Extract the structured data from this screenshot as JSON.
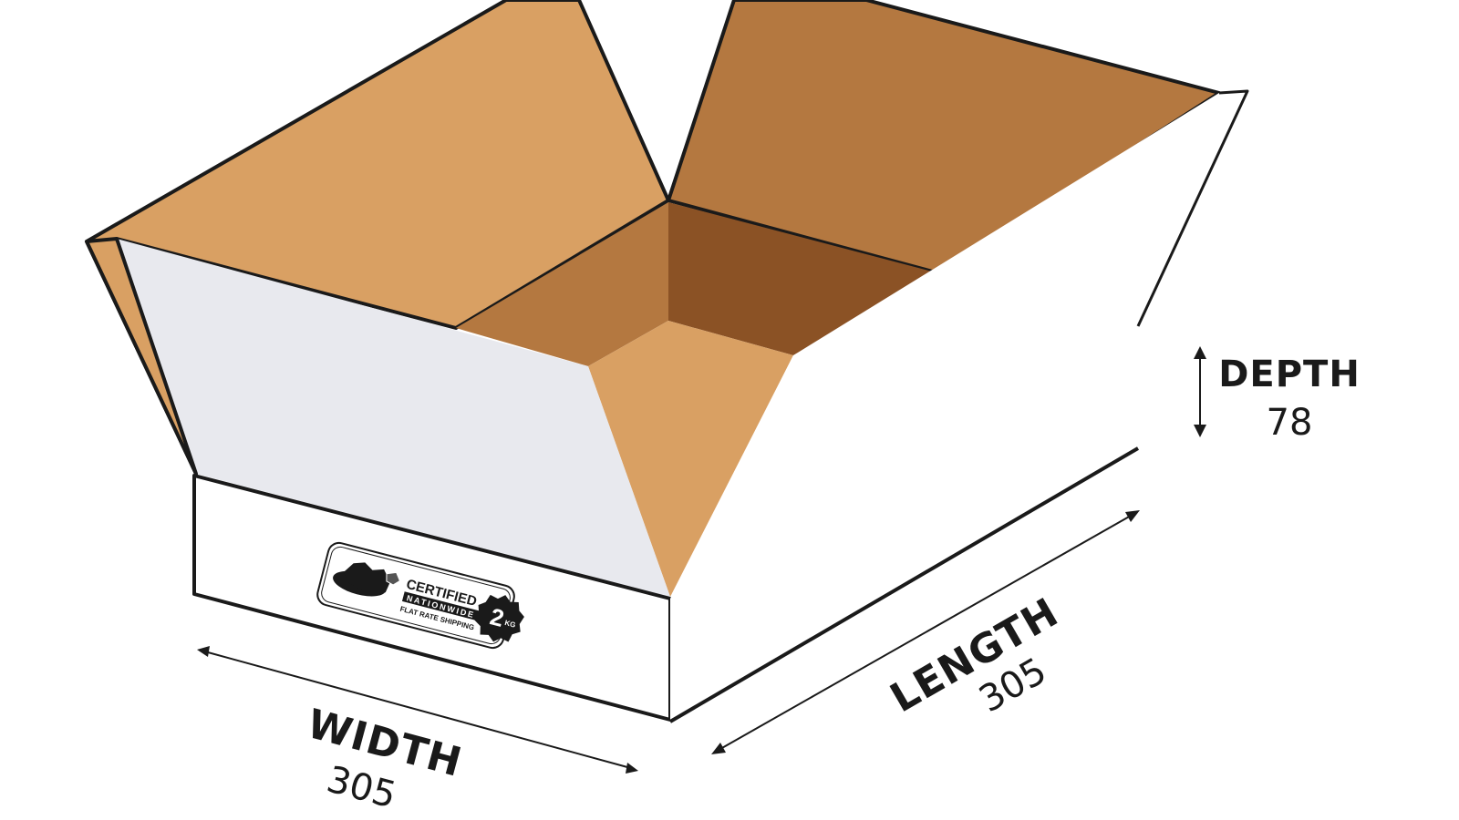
{
  "dimensions": {
    "depth": {
      "label": "DEPTH",
      "value": "78"
    },
    "length": {
      "label": "LENGTH",
      "value": "305"
    },
    "width": {
      "label": "WIDTH",
      "value": "305"
    }
  },
  "logo": {
    "line1": "CERTIFIED",
    "line2": "NATIONWIDE",
    "line3": "FLAT RATE SHIPPING",
    "weight": "2",
    "unit": "KG"
  },
  "colors": {
    "flap_light": "#d9a063",
    "flap_dark": "#b47840",
    "inner_dark": "#8b5225",
    "inner_mid": "#b47840",
    "inner_light": "#d9a063",
    "white_wall": "#ffffff",
    "grey_wall": "#e8e9ee",
    "outline": "#1a1a1a"
  }
}
